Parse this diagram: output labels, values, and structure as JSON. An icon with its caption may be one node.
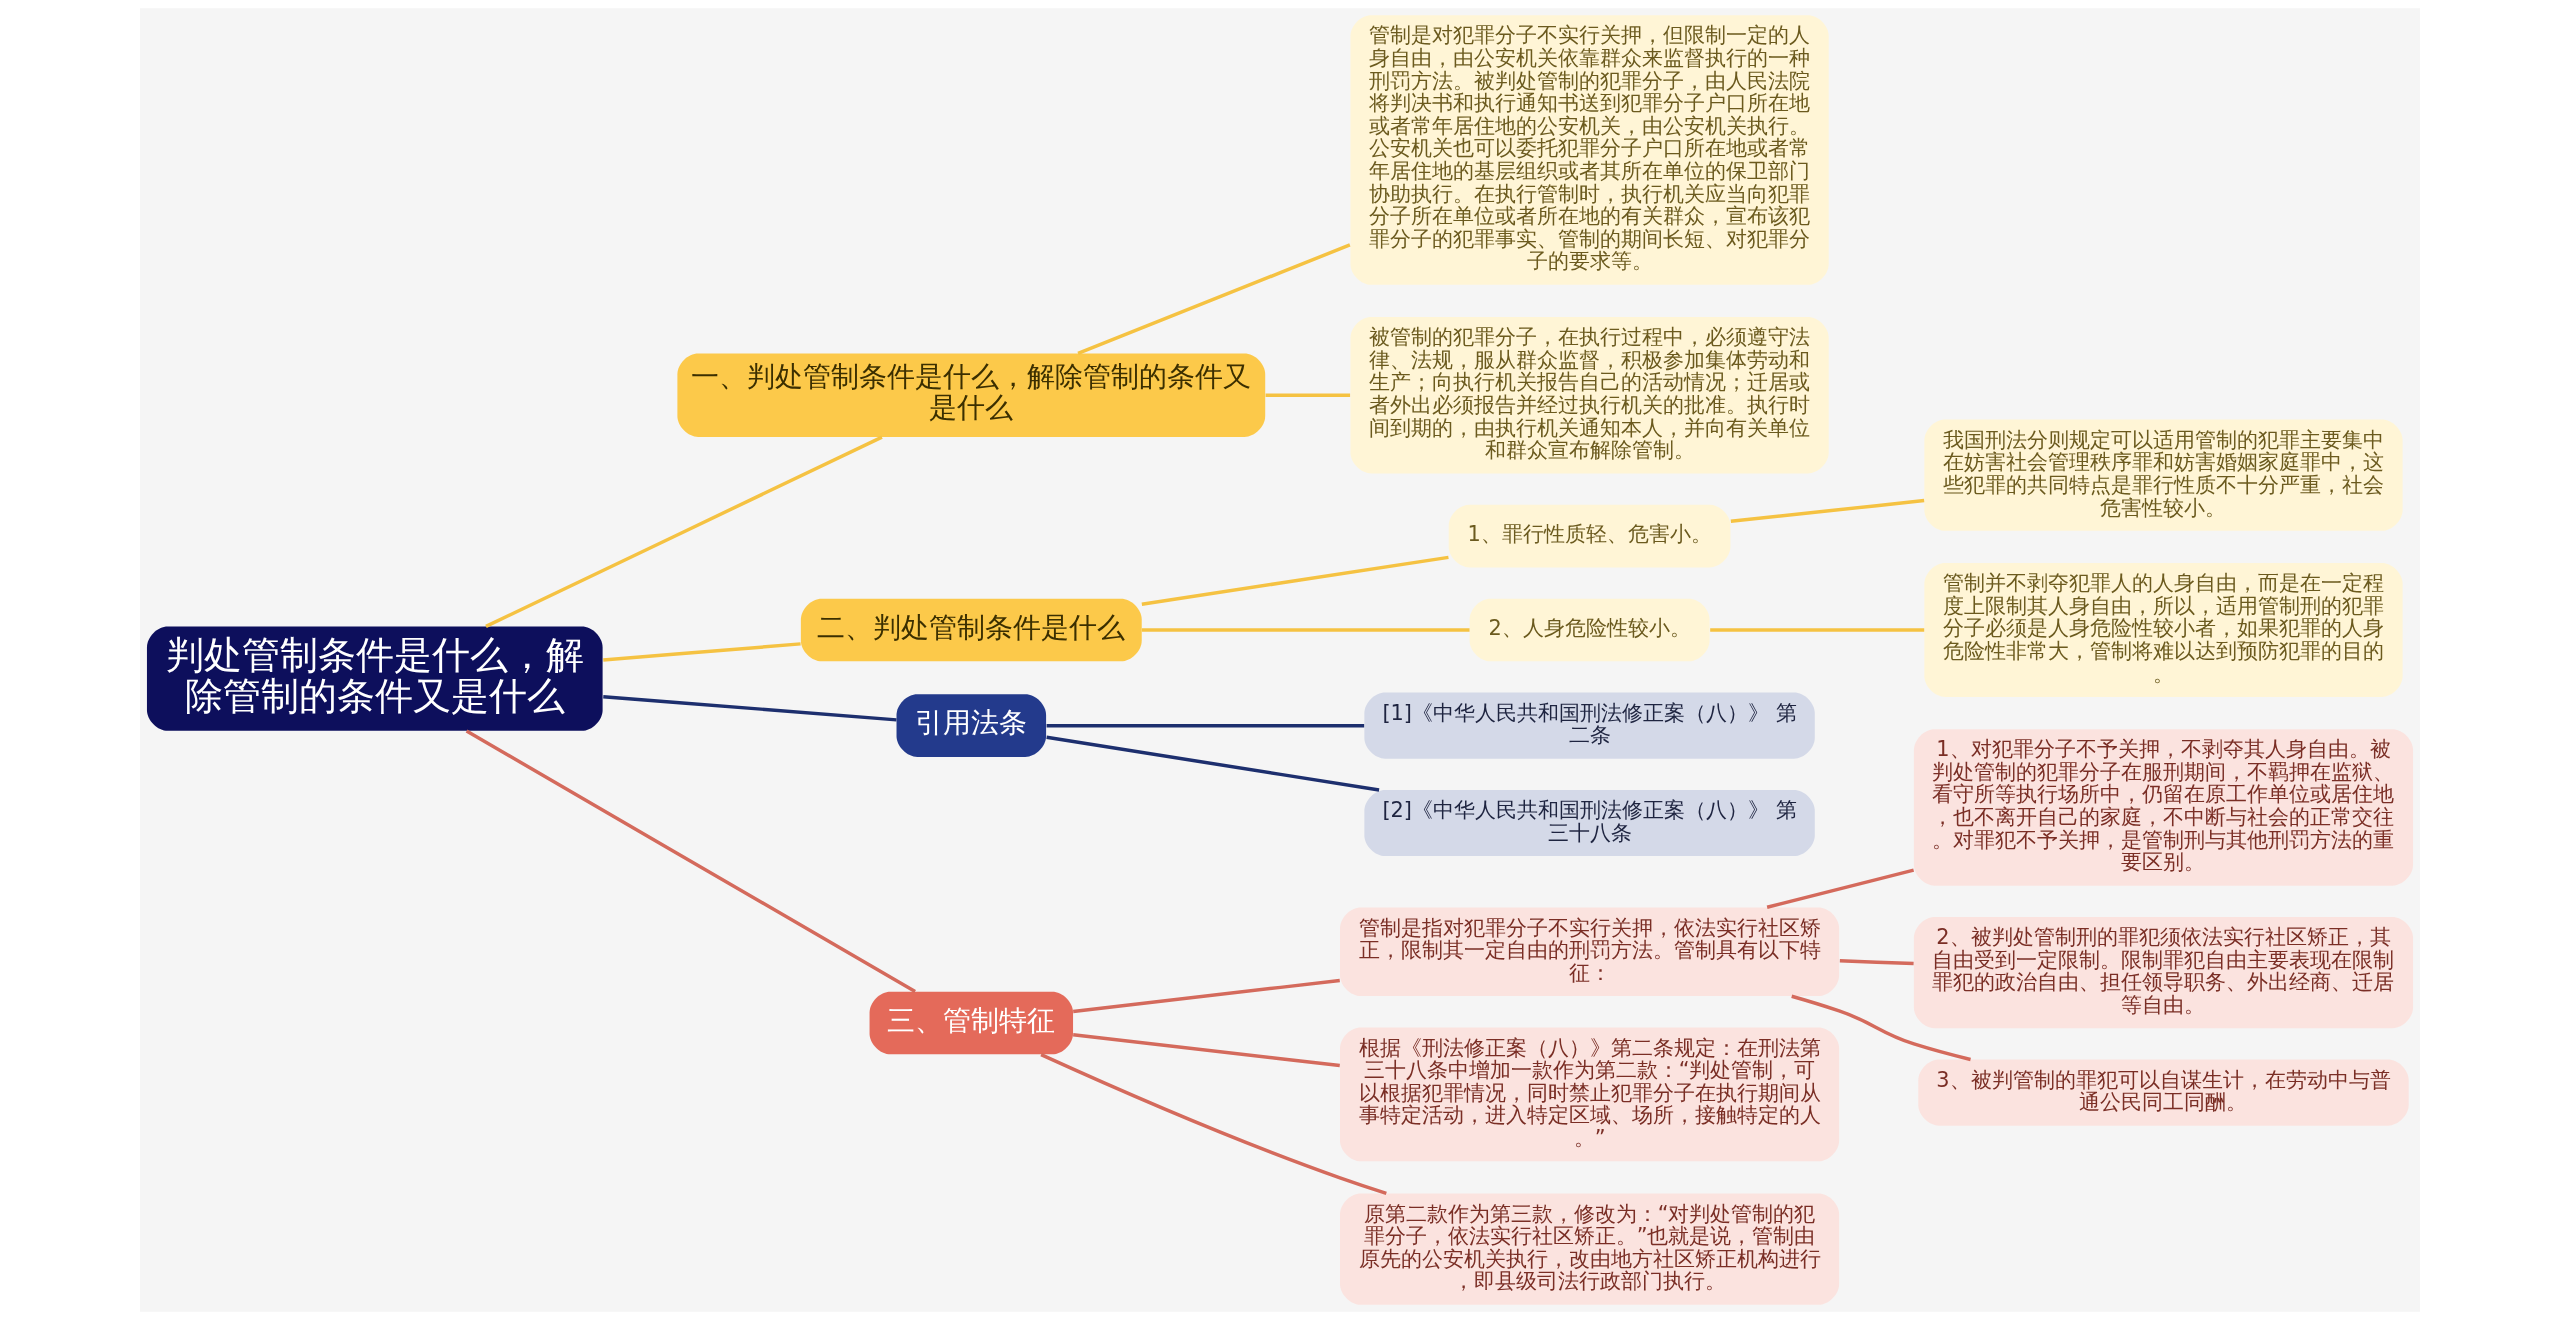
{
  "diagram": {
    "nodes": [
      {
        "text": [
          "判处管制条件是什么，解除管制的条件又是什么"
        ]
      },
      {
        "text": [
          "一、判处管制条件是什么，解除管制的条件又是什么"
        ]
      },
      {
        "text": [
          "管制是对犯罪分子不实行关押，但限制一定的人身自由，由公安机关依靠群众来监督执行的一种刑罚方法。被判处管制的犯罪分子，由人民法院将判决书和执行通知书送到犯罪分子户口所在地或者常年居住地的公安机关，由公安机关执行。公安机关也可以委托犯罪分子户口所在地或者常年居住地的基层组织或者其所在单位的保卫部门协助执行。在执行管制时，执行机关应当向犯罪分子所在单位或者所在地的有关群众，宣布该犯罪分子的犯罪事实、管制的期间长短、对犯罪分子的要求等。"
        ]
      },
      {
        "text": [
          "被管制的犯罪分子，在执行过程中，必须遵守法律、法规，服从群众监督，积极参加集体劳动和生产；向执行机关报告自己的活动情况；迁居或者外出必须报告并经过执行机关的批准。执行时间到期的，由执行机关通知本人，并向有关单位和群众宣布解除管制。"
        ]
      },
      {
        "text": [
          "二、判处管制条件是什么"
        ]
      },
      {
        "text": [
          "1、罪行性质轻、危害小。"
        ]
      },
      {
        "text": [
          "我国刑法分则规定可以适用管制的犯罪主要集中在妨害社会管理秩序罪和妨害婚姻家庭罪中，这些犯罪的共同特点是罪行性质不十分严重，社会危害性较小。"
        ]
      },
      {
        "text": [
          "2、人身危险性较小。"
        ]
      },
      {
        "text": [
          "管制并不剥夺犯罪人的人身自由，而是在一定程度上限制其人身自由，所以，适用管制刑的犯罪分子必须是人身危险性较小者，如果犯罪的人身危险性非常大，管制将难以达到预防犯罪的目的。"
        ]
      },
      {
        "text": [
          "引用法条"
        ]
      },
      {
        "text": [
          "[1]《中华人民共和国刑法修正案（八）》 第二条"
        ]
      },
      {
        "text": [
          "[2]《中华人民共和国刑法修正案（八）》 第三十八条"
        ]
      },
      {
        "text": [
          "三、管制特征"
        ]
      },
      {
        "text": [
          "管制是指对犯罪分子不实行关押，依法实行社区矫正，限制其一定自由的刑罚方法。管制具有以下特征："
        ]
      },
      {
        "text": [
          "1、对犯罪分子不予关押，不剥夺其人身自由。被判处管制的犯罪分子在服刑期间，不羁押在监狱、看守所等执行场所中，仍留在原工作单位或居住地，也不离开自己的家庭，不中断与社会的正常交往。对罪犯不予关押，是管制刑与其他刑罚方法的重要区别。"
        ]
      },
      {
        "text": [
          "2、被判处管制刑的罪犯须依法实行社区矫正，其自由受到一定限制。限制罪犯自由主要表现在限制罪犯的政治自由、担任领导职务、外出经商、迁居等自由。"
        ]
      },
      {
        "text": [
          "3、被判管制的罪犯可以自谋生计，在劳动中与普通公民同工同酬。"
        ]
      },
      {
        "text": [
          "根据《刑法修正案（八）》第二条规定：在刑法第三十八条中增加一款作为第二款：“判处管制，可以根据犯罪情况，同时禁止犯罪分子在执行期间从事特定活动，进入特定区域、场所，接触特定的人。”"
        ]
      },
      {
        "text": [
          "原第二款作为第三款，修改为：“对判处管制的犯罪分子，依法实行社区矫正。”也就是说，管制由原先的公安机关执行，改由地方社区矫正机构进行，即县级司法行政部门执行。"
        ]
      }
    ],
    "edges": [
      {
        "from": 0,
        "to": 1,
        "arrow": "none"
      },
      {
        "from": 1,
        "to": 2,
        "arrow": "none"
      },
      {
        "from": 1,
        "to": 3,
        "arrow": "none"
      },
      {
        "from": 0,
        "to": 4,
        "arrow": "none"
      },
      {
        "from": 4,
        "to": 5,
        "arrow": "none"
      },
      {
        "from": 5,
        "to": 6,
        "arrow": "none"
      },
      {
        "from": 4,
        "to": 7,
        "arrow": "none"
      },
      {
        "from": 7,
        "to": 8,
        "arrow": "none"
      },
      {
        "from": 0,
        "to": 9,
        "arrow": "none",
        "color": "#1d2f6e"
      },
      {
        "from": 9,
        "to": 10,
        "arrow": "none",
        "color": "#1d2f6e"
      },
      {
        "from": 9,
        "to": 11,
        "arrow": "none",
        "color": "#1d2f6e"
      },
      {
        "from": 0,
        "to": 12,
        "arrow": "none",
        "color": "#d46a5c"
      },
      {
        "from": 12,
        "to": 13,
        "arrow": "none",
        "color": "#d46a5c"
      },
      {
        "from": 13,
        "to": 14,
        "arrow": "none",
        "color": "#d46a5c"
      },
      {
        "from": 13,
        "to": 15,
        "arrow": "none",
        "color": "#d46a5c"
      },
      {
        "from": 13,
        "to": 16,
        "arrow": "none",
        "color": "#d46a5c"
      },
      {
        "from": 12,
        "to": 17,
        "arrow": "none",
        "color": "#d46a5c"
      },
      {
        "from": 12,
        "to": 18,
        "arrow": "none",
        "color": "#d46a5c"
      }
    ]
  }
}
